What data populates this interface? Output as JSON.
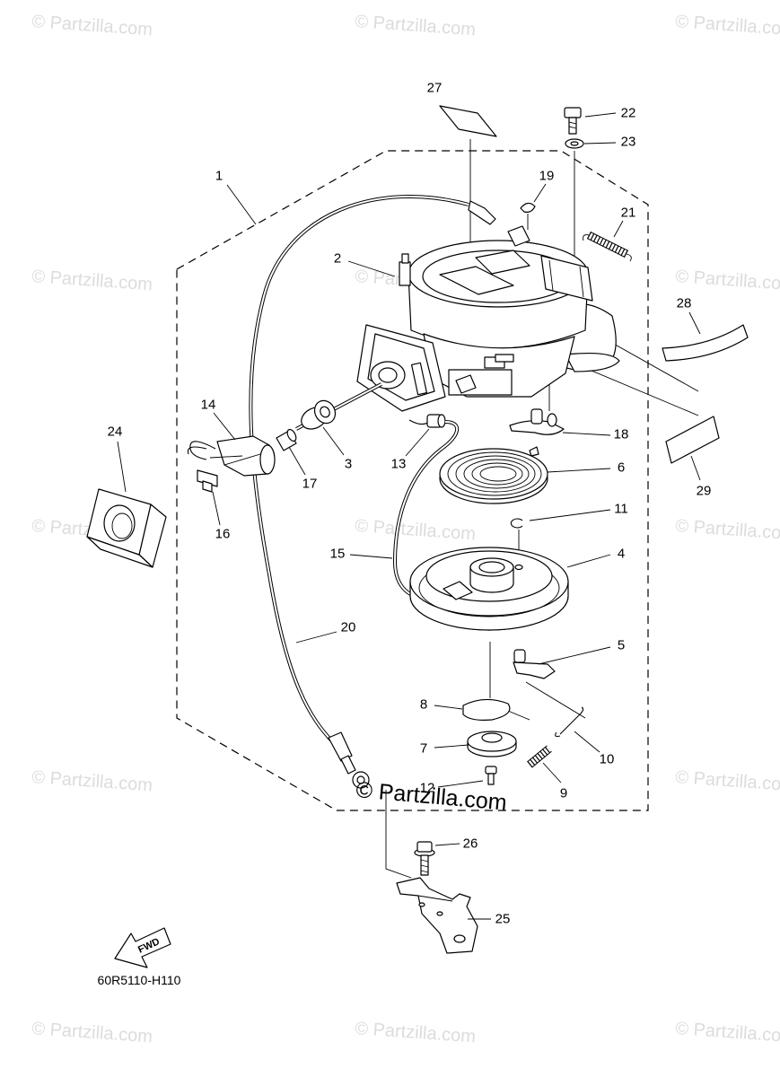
{
  "callouts": {
    "n1": "1",
    "n2": "2",
    "n3": "3",
    "n4": "4",
    "n5": "5",
    "n6": "6",
    "n7": "7",
    "n8": "8",
    "n9": "9",
    "n10": "10",
    "n11": "11",
    "n12": "12",
    "n13": "13",
    "n14": "14",
    "n15": "15",
    "n16": "16",
    "n17": "17",
    "n18": "18",
    "n19": "19",
    "n20": "20",
    "n21": "21",
    "n22": "22",
    "n23": "23",
    "n24": "24",
    "n25": "25",
    "n26": "26",
    "n27": "27",
    "n28": "28",
    "n29": "29"
  },
  "direction_label": "FWD",
  "diagram_code": "60R5110-H110",
  "watermark": {
    "text": "© Partzilla.com",
    "color": "#dcdcdc"
  },
  "overlay_watermark": {
    "text": "© Partzilla.com",
    "color": "#000000"
  },
  "colors": {
    "line": "#000000",
    "background": "#ffffff"
  }
}
